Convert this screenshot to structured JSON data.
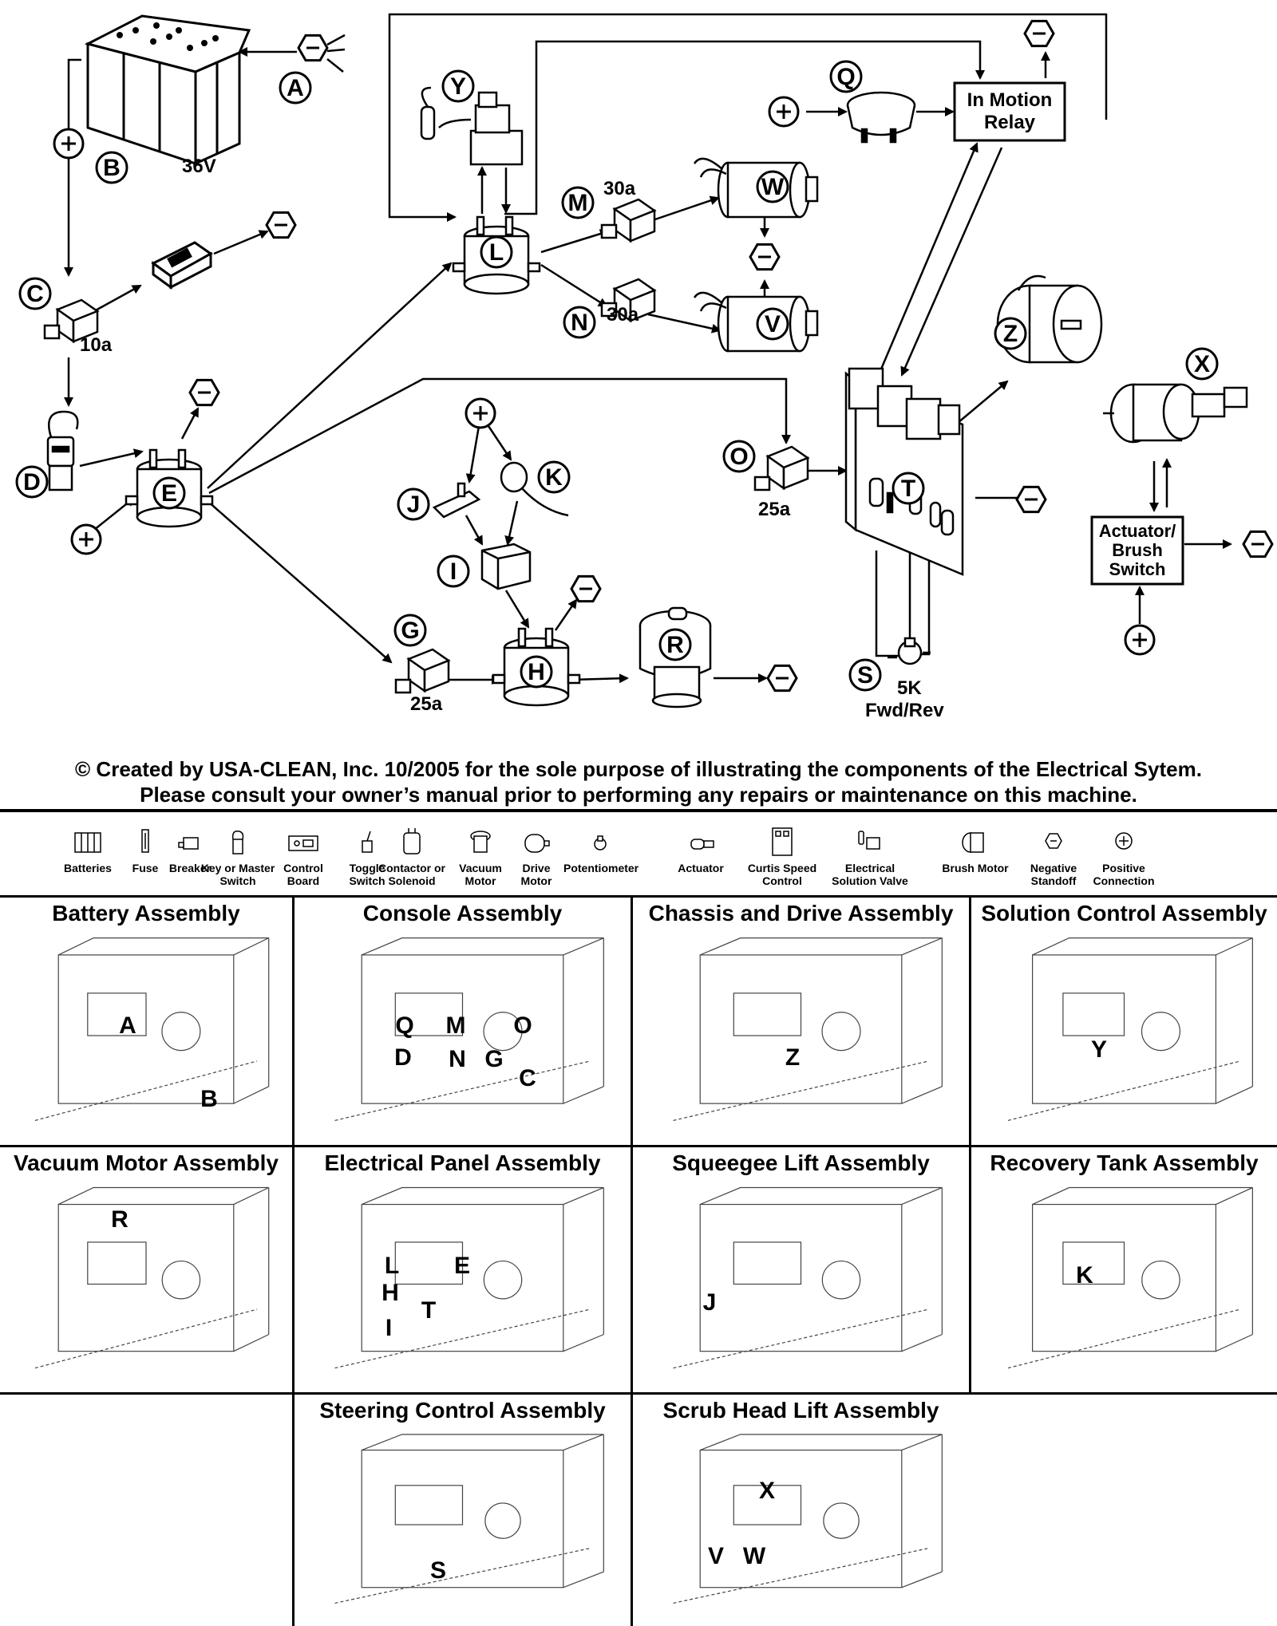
{
  "diagram": {
    "battery_voltage": "36V",
    "in_motion_relay": "In Motion Relay",
    "actuator_switch": "Actuator/ Brush Switch",
    "potentiometer_value": "5K",
    "potentiometer_label": "Fwd/Rev",
    "breakers": {
      "C": "10a",
      "M": "30a",
      "N": "30a",
      "O": "25a",
      "G": "25a"
    },
    "component_letters": [
      "A",
      "B",
      "C",
      "D",
      "E",
      "G",
      "H",
      "I",
      "J",
      "K",
      "L",
      "M",
      "N",
      "O",
      "Q",
      "R",
      "S",
      "T",
      "V",
      "W",
      "X",
      "Y",
      "Z"
    ],
    "negative_symbol": "⊖",
    "positive_symbol": "⊕"
  },
  "notice": {
    "line1": "© Created by USA-CLEAN, Inc. 10/2005 for the sole purpose of illustrating the components of the Electrical Sytem.",
    "line2": "Please consult your owner’s manual prior to performing any repairs or maintenance on this machine."
  },
  "legend": [
    {
      "label": "Batteries",
      "icon": "battery-icon"
    },
    {
      "label": "Fuse",
      "icon": "fuse-icon"
    },
    {
      "label": "Breaker",
      "icon": "breaker-icon"
    },
    {
      "label": "Key or Master Switch",
      "icon": "key-switch-icon"
    },
    {
      "label": "Control Board",
      "icon": "control-board-icon"
    },
    {
      "label": "Toggle Switch",
      "icon": "toggle-switch-icon"
    },
    {
      "label": "Contactor or Solenoid",
      "icon": "solenoid-icon"
    },
    {
      "label": "Vacuum Motor",
      "icon": "vacuum-motor-icon"
    },
    {
      "label": "Drive Motor",
      "icon": "drive-motor-icon"
    },
    {
      "label": "Potentiometer",
      "icon": "potentiometer-icon"
    },
    {
      "label": "Actuator",
      "icon": "actuator-icon"
    },
    {
      "label": "Curtis Speed Control",
      "icon": "speed-control-icon"
    },
    {
      "label": "Electrical Solution Valve",
      "icon": "solution-valve-icon"
    },
    {
      "label": "Brush Motor",
      "icon": "brush-motor-icon"
    },
    {
      "label": "Negative Standoff",
      "icon": "negative-icon"
    },
    {
      "label": "Positive Connection",
      "icon": "positive-icon"
    }
  ],
  "assemblies": [
    {
      "title": "Battery Assembly",
      "letters": [
        "A",
        "B"
      ]
    },
    {
      "title": "Console Assembly",
      "letters": [
        "Q",
        "M",
        "O",
        "D",
        "N",
        "G",
        "C"
      ]
    },
    {
      "title": "Chassis and Drive Assembly",
      "letters": [
        "Z"
      ]
    },
    {
      "title": "Solution Control Assembly",
      "letters": [
        "Y"
      ]
    },
    {
      "title": "Vacuum Motor Assembly",
      "letters": [
        "R"
      ]
    },
    {
      "title": "Electrical Panel Assembly",
      "letters": [
        "L",
        "E",
        "H",
        "T",
        "I"
      ]
    },
    {
      "title": "Squeegee Lift Assembly",
      "letters": [
        "J"
      ]
    },
    {
      "title": "Recovery Tank Assembly",
      "letters": [
        "K"
      ]
    },
    {
      "title": "",
      "letters": []
    },
    {
      "title": "Steering Control Assembly",
      "letters": [
        "S"
      ]
    },
    {
      "title": "Scrub Head Lift Assembly",
      "letters": [
        "X",
        "V",
        "W"
      ]
    },
    {
      "title": "",
      "letters": []
    }
  ]
}
